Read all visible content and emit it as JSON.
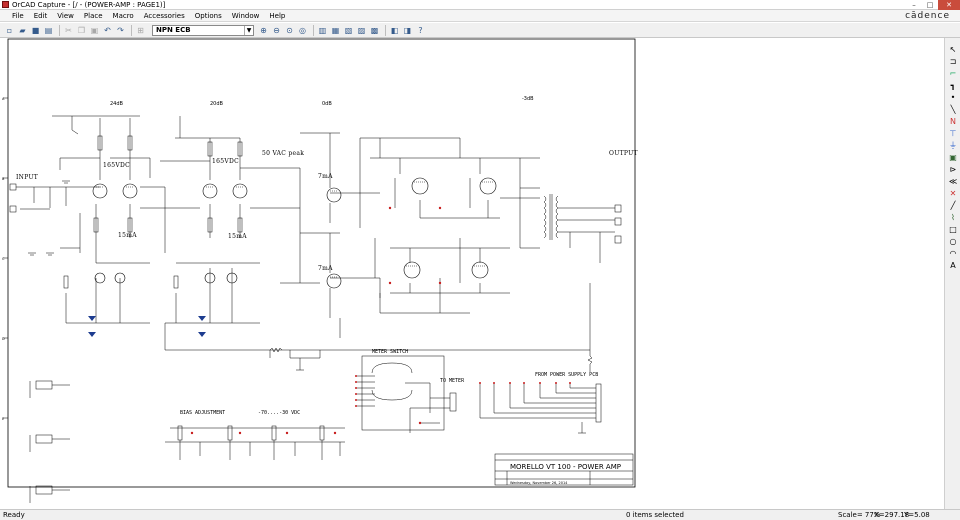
{
  "window": {
    "title": "OrCAD Capture - [/ - (POWER-AMP : PAGE1)]",
    "controls": [
      "–",
      "□",
      "✕"
    ]
  },
  "brand": "cādence",
  "menu": [
    "File",
    "Edit",
    "View",
    "Place",
    "Macro",
    "Accessories",
    "Options",
    "Window",
    "Help"
  ],
  "toolbar": {
    "part_selector": "NPN ECB"
  },
  "schematic": {
    "gain_labels": [
      "24dB",
      "20dB",
      "0dB",
      "-3dB"
    ],
    "voltage_labels": [
      "165VDC",
      "165VDC"
    ],
    "current_labels": [
      "15mA",
      "15mA",
      "7mA",
      "7mA"
    ],
    "swing_label": "50 VAC peak",
    "input_label": "INPUT",
    "output_label": "OUTPUT",
    "meter_switch": "METER SWITCH",
    "to_meter": "TO METER",
    "bias_adjustment": "BIAS ADJUSTMENT",
    "bias_range": "-70....-30 VDC",
    "power_supply": "FROM POWER SUPPLY PCB",
    "title_block": "MORELLO VT 100 - POWER AMP",
    "title_block_date": "Wednesday, November 26, 2014"
  },
  "status": {
    "left": "Ready",
    "center": "0 items selected",
    "scale": "Scale= 77%",
    "x": "X=297.18",
    "y": "Y=5.08"
  }
}
